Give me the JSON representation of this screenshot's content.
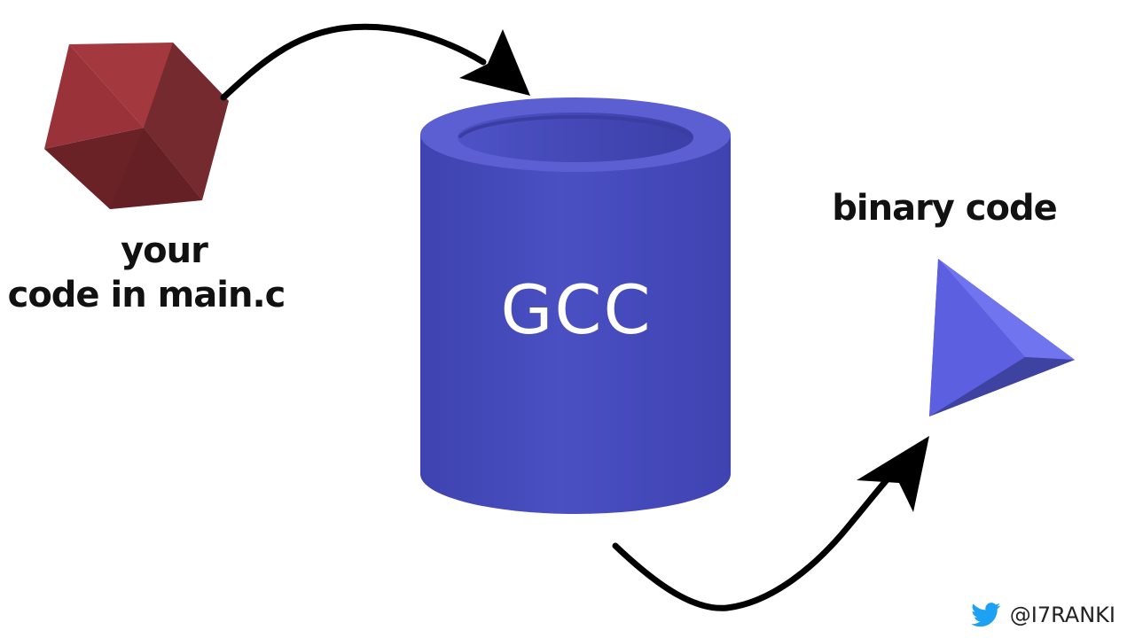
{
  "diagram": {
    "input_label": {
      "line1": "your",
      "line2": "code in main.c"
    },
    "compiler_label": "GCC",
    "output_label": "binary code",
    "credit": {
      "icon": "twitter-bird-icon",
      "handle": "@I7RANKI"
    },
    "colors": {
      "cube_front": "#9a3239",
      "cube_side": "#732a2f",
      "cube_top": "#a9393f",
      "cylinder": "#4549b8",
      "cylinder_rim": "#5a5ed0",
      "pyramid_light": "#5c60dc",
      "pyramid_dark": "#3f43a3",
      "arrow": "#000000",
      "twitter": "#1da1f2"
    }
  }
}
